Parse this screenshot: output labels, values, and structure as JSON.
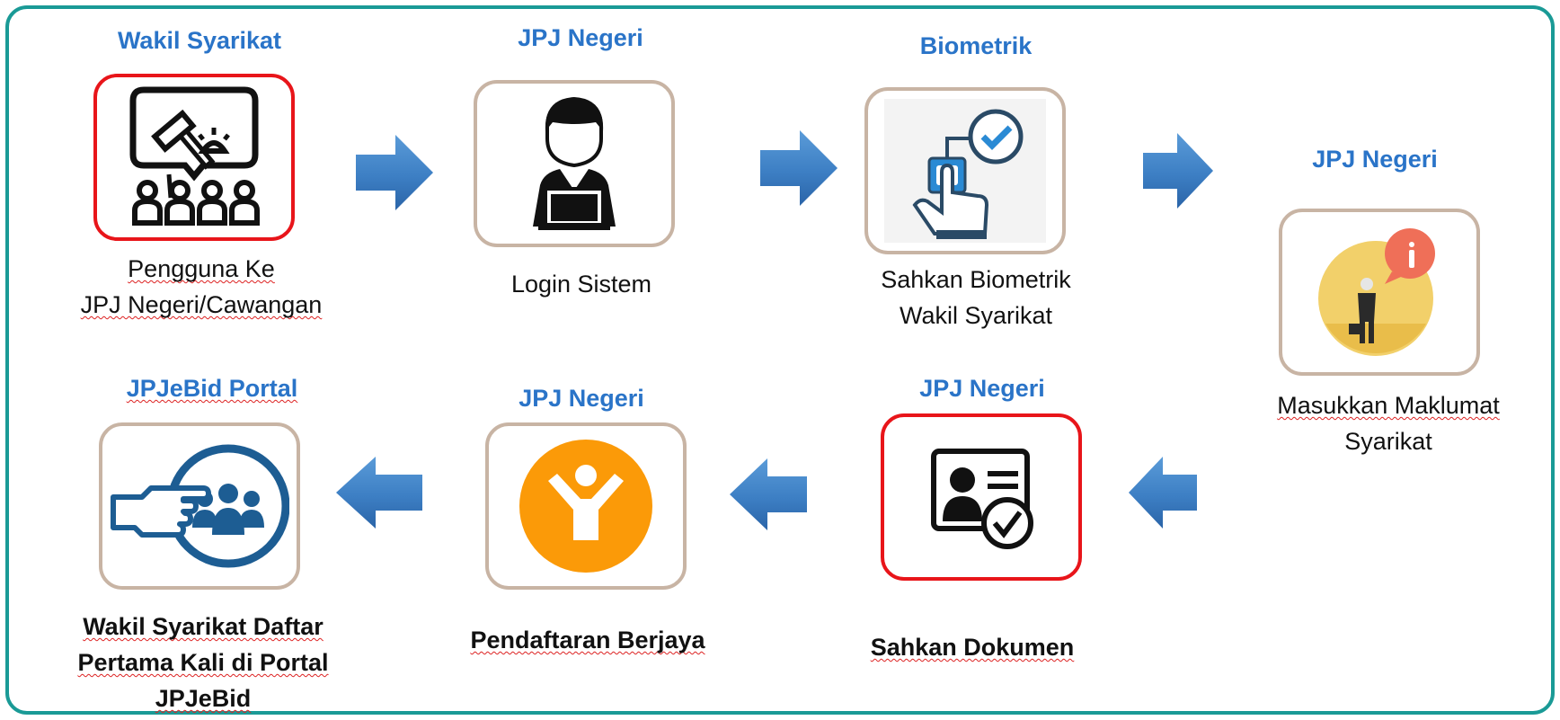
{
  "steps": [
    {
      "role": "Wakil Syarikat",
      "caption_1": "Pengguna Ke",
      "caption_2": "JPJ Negeri/Cawangan",
      "icon": "auction-crowd-icon",
      "highlight": true
    },
    {
      "role": "JPJ Negeri",
      "caption_1": "Login Sistem",
      "icon": "user-laptop-icon",
      "highlight": false
    },
    {
      "role": "Biometrik",
      "caption_1": "Sahkan Biometrik",
      "caption_2": "Wakil Syarikat",
      "icon": "fingerprint-touch-icon",
      "highlight": false
    },
    {
      "role": "JPJ Negeri",
      "caption_1": "Masukkan Maklumat",
      "caption_2": "Syarikat",
      "icon": "businessman-info-icon",
      "highlight": false
    },
    {
      "role": "JPJ Negeri",
      "caption_1": "Sahkan Dokumen",
      "icon": "id-card-check-icon",
      "highlight": true
    },
    {
      "role": "JPJ Negeri",
      "caption_1": "Pendaftaran Berjaya",
      "icon": "success-person-icon",
      "highlight": false
    },
    {
      "role": "JPJeBid Portal",
      "caption_1": "Wakil Syarikat Daftar",
      "caption_2": "Pertama Kali di Portal",
      "caption_3": "JPJeBid",
      "icon": "hand-point-group-icon",
      "highlight": false
    }
  ],
  "colors": {
    "frame": "#1a9a96",
    "role_text": "#2a74c8",
    "arrow": "#3d7fc4",
    "box_border": "#c8b4a4",
    "highlight_border": "#e8151a",
    "success_orange": "#fb9a08"
  }
}
